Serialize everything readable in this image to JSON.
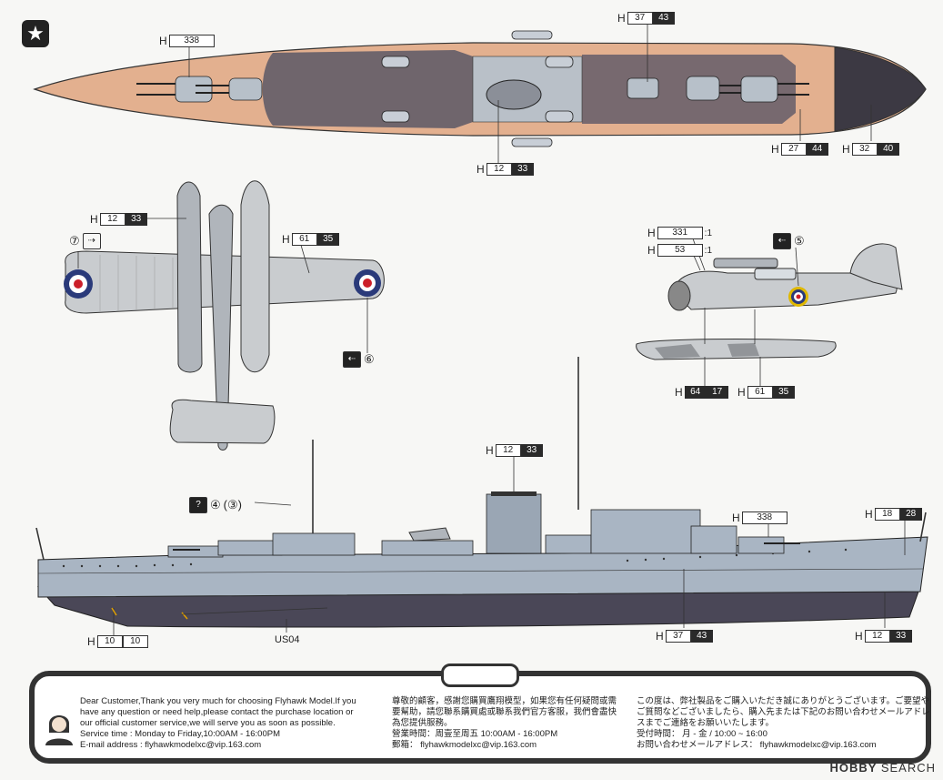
{
  "codes": {
    "top_h37_43": {
      "a": "37",
      "b": "43",
      "style": "wd"
    },
    "top_h338": {
      "a": "338",
      "style": "wl"
    },
    "top_h12_33": {
      "a": "12",
      "b": "33",
      "style": "wd"
    },
    "top_h27_44": {
      "a": "27",
      "b": "44",
      "style": "wd"
    },
    "top_h32_40": {
      "a": "32",
      "b": "40",
      "style": "wd"
    },
    "plane_top_h12_33": {
      "a": "12",
      "b": "33",
      "style": "wd"
    },
    "plane_top_h61_35": {
      "a": "61",
      "b": "35",
      "style": "wd"
    },
    "plane_side_h331": {
      "a": "331",
      "suffix": ":1",
      "style": "wl"
    },
    "plane_side_h53": {
      "a": "53",
      "suffix": ":1",
      "style": "wl"
    },
    "plane_side_h64_17": {
      "a": "64",
      "b": "17",
      "style": "dd"
    },
    "plane_side_h61_35": {
      "a": "61",
      "b": "35",
      "style": "wd"
    },
    "side_h12_33_top": {
      "a": "12",
      "b": "33",
      "style": "wd"
    },
    "side_h338": {
      "a": "338",
      "style": "wl"
    },
    "side_h18_28": {
      "a": "18",
      "b": "28",
      "style": "wd"
    },
    "side_h10_10": {
      "a": "10",
      "b": "10",
      "style": "wd"
    },
    "side_h37_43": {
      "a": "37",
      "b": "43",
      "style": "wd"
    },
    "side_h12_33_bottom": {
      "a": "12",
      "b": "33",
      "style": "wd"
    }
  },
  "h_letter": "H",
  "callouts": {
    "c7": "⑦",
    "c6": "⑥",
    "c5": "⑤",
    "c4": "④",
    "c3": "(③)",
    "q": "?"
  },
  "labels": {
    "us04": "US04"
  },
  "footer": {
    "en": [
      "Dear Customer,Thank you very much for choosing Flyhawk Model.If you",
      "have any question or need help,please contact the purchase location or",
      "our official customer service,we will serve you as soon as possible.",
      "Service time : Monday to Friday,10:00AM - 16:00PM",
      "E-mail address :   flyhawkmodelxc@vip.163.com"
    ],
    "zh": [
      "尊敬的顧客，感謝您購買鷹翔模型，如果您有任何疑問或需",
      "要幫助，請您聯系購買處或聯系我們官方客服，我們會盡快",
      "為您提供服務。",
      "營業時間：周壹至周五 10:00AM - 16:00PM",
      "郵箱：  flyhawkmodelxc@vip.163.com"
    ],
    "ja": [
      "この度は、弊社製品をご購入いただき誠にありがとうございます。ご要望や",
      "ご質問などございましたら、購入先または下記のお問い合わせメールアドレ",
      "スまでご連絡をお願いいたします。",
      "受付時間：  月 - 金 /    10:00 ~ 16:00",
      "お問い合わせメールアドレス：   flyhawkmodelxc@vip.163.com"
    ]
  },
  "watermark": {
    "brand": "HOBBY",
    "suffix": "SEARCH"
  },
  "colors": {
    "deck": "#e3b08f",
    "hull_grey": "#a9b5c3",
    "hull_dark": "#4a4757",
    "deck_dark": "#3c3943",
    "plane_grey": "#c9cccf",
    "roundel_blue": "#2a3a7a",
    "roundel_red": "#cc1f2a"
  }
}
